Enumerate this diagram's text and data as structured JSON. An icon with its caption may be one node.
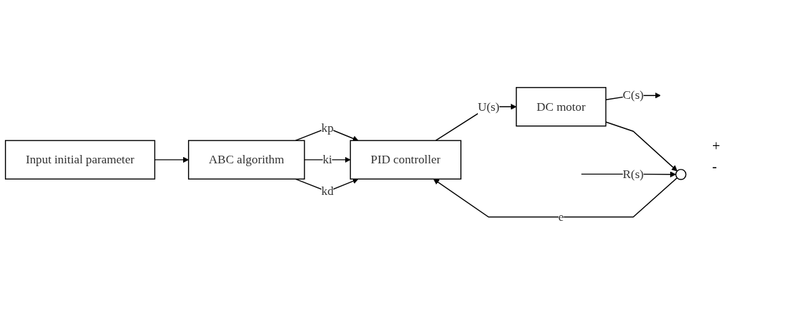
{
  "diagram": {
    "nodes": [
      {
        "text": [
          "Input initial parameter"
        ]
      },
      {
        "text": [
          "ABC algorithm"
        ]
      },
      {
        "text": [],
        "shape": "circle"
      },
      {
        "text": [
          "PID controller"
        ]
      },
      {
        "text": [
          "DC motor"
        ]
      }
    ],
    "edges": [
      {
        "from": 0,
        "to": 1,
        "arrow": "to"
      },
      {
        "from": 1,
        "to": 3,
        "label": "kp",
        "arrow": "to"
      },
      {
        "from": 1,
        "to": 3,
        "label": "ki",
        "arrow": "to"
      },
      {
        "from": 1,
        "to": 3,
        "label": "kd",
        "arrow": "to"
      },
      {
        "from": null,
        "to": 2,
        "label": "R(s)",
        "arrow": "to"
      },
      {
        "from": 2,
        "to": 3,
        "label": "e",
        "arrow": "to"
      },
      {
        "from": 3,
        "to": 4,
        "label": "U(s)",
        "arrow": "to"
      },
      {
        "from": 4,
        "to": null,
        "label": "C(s)",
        "arrow": "to"
      },
      {
        "from": 4,
        "to": 2,
        "arrow": "to"
      }
    ],
    "labels": [
      "+",
      "-"
    ]
  }
}
